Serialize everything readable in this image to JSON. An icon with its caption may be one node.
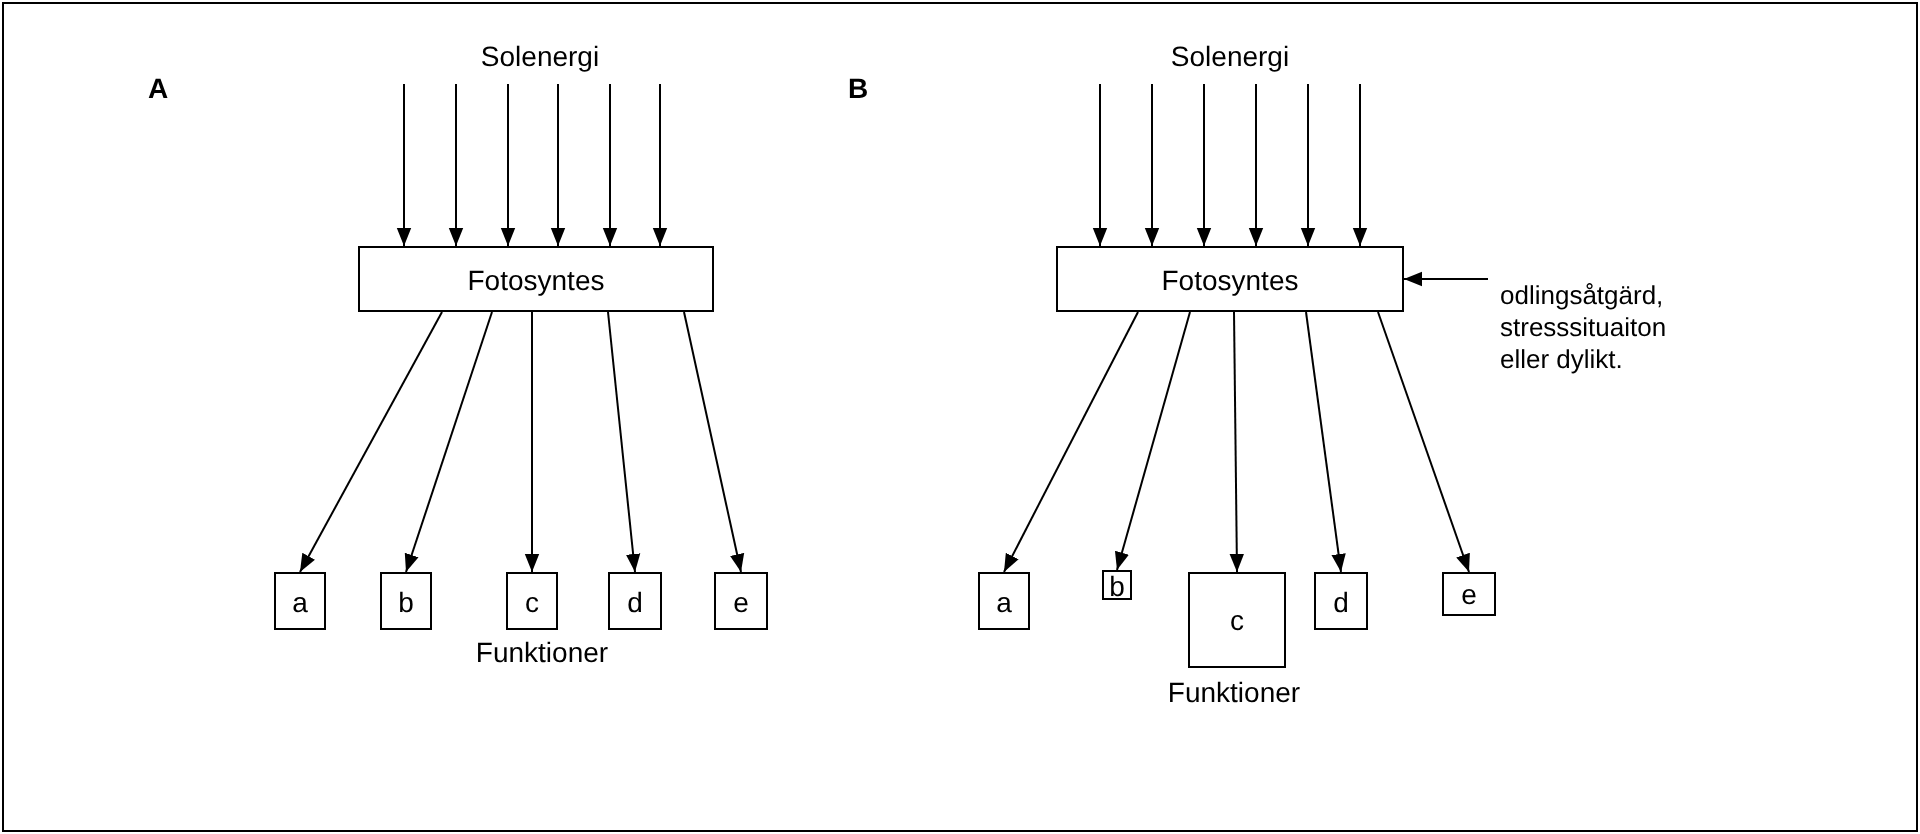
{
  "diagram": {
    "nodes": [
      {
        "text": [
          "Solenergi"
        ]
      },
      {
        "text": [
          "Fotosyntes"
        ]
      },
      {
        "text": [
          "a"
        ]
      },
      {
        "text": [
          "b"
        ]
      },
      {
        "text": [
          "c"
        ]
      },
      {
        "text": [
          "d"
        ]
      },
      {
        "text": [
          "e"
        ]
      },
      {
        "text": [
          "Solenergi"
        ]
      },
      {
        "text": [
          "Fotosyntes"
        ]
      },
      {
        "text": [
          "a"
        ]
      },
      {
        "text": [
          "b"
        ]
      },
      {
        "text": [
          "c"
        ]
      },
      {
        "text": [
          "d"
        ]
      },
      {
        "text": [
          "e"
        ]
      },
      {
        "text": [
          "odlingsåtgärd, stresssituaiton eller dylikt."
        ]
      }
    ],
    "edges": [
      {
        "from": 0,
        "to": 1,
        "arrow": "to"
      },
      {
        "from": 0,
        "to": 1,
        "arrow": "to"
      },
      {
        "from": 0,
        "to": 1,
        "arrow": "to"
      },
      {
        "from": 0,
        "to": 1,
        "arrow": "to"
      },
      {
        "from": 0,
        "to": 1,
        "arrow": "to"
      },
      {
        "from": 0,
        "to": 1,
        "arrow": "to"
      },
      {
        "from": 1,
        "to": 2,
        "arrow": "to"
      },
      {
        "from": 1,
        "to": 3,
        "arrow": "to"
      },
      {
        "from": 1,
        "to": 4,
        "arrow": "to"
      },
      {
        "from": 1,
        "to": 5,
        "arrow": "to"
      },
      {
        "from": 1,
        "to": 6,
        "arrow": "to"
      },
      {
        "from": 7,
        "to": 8,
        "arrow": "to"
      },
      {
        "from": 7,
        "to": 8,
        "arrow": "to"
      },
      {
        "from": 7,
        "to": 8,
        "arrow": "to"
      },
      {
        "from": 7,
        "to": 8,
        "arrow": "to"
      },
      {
        "from": 7,
        "to": 8,
        "arrow": "to"
      },
      {
        "from": 7,
        "to": 8,
        "arrow": "to"
      },
      {
        "from": 8,
        "to": 9,
        "arrow": "to"
      },
      {
        "from": 8,
        "to": 10,
        "arrow": "to"
      },
      {
        "from": 8,
        "to": 11,
        "arrow": "to"
      },
      {
        "from": 8,
        "to": 12,
        "arrow": "to"
      },
      {
        "from": 8,
        "to": 13,
        "arrow": "to"
      },
      {
        "from": 14,
        "to": 8,
        "arrow": "to"
      }
    ],
    "labels": [
      "A",
      "Funktioner",
      "B",
      "Funktioner"
    ]
  }
}
